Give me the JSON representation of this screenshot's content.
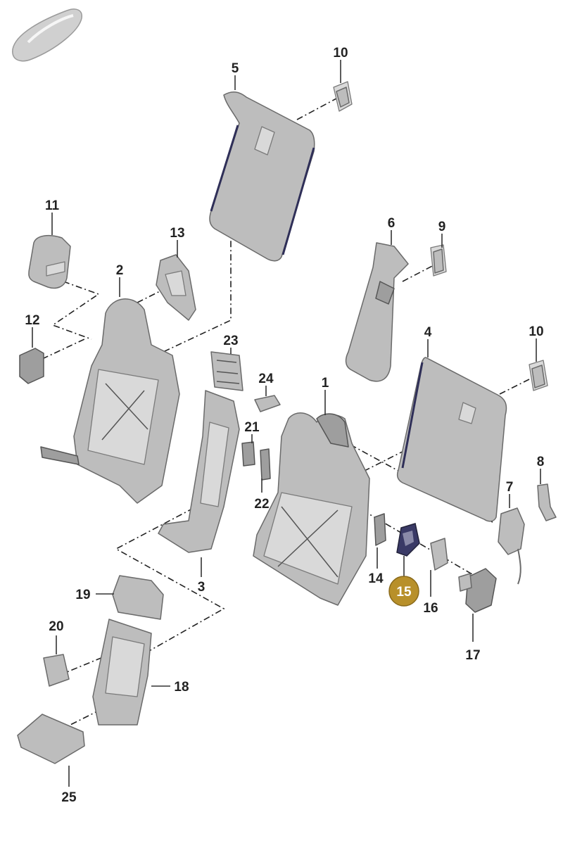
{
  "diagram": {
    "highlight_color": "#b8902a",
    "part_color": "#bdbdbd",
    "callouts": [
      {
        "id": "c1",
        "label": "1"
      },
      {
        "id": "c2",
        "label": "2"
      },
      {
        "id": "c3",
        "label": "3"
      },
      {
        "id": "c4",
        "label": "4"
      },
      {
        "id": "c5",
        "label": "5"
      },
      {
        "id": "c6",
        "label": "6"
      },
      {
        "id": "c7",
        "label": "7"
      },
      {
        "id": "c8",
        "label": "8"
      },
      {
        "id": "c9",
        "label": "9"
      },
      {
        "id": "c10a",
        "label": "10"
      },
      {
        "id": "c10b",
        "label": "10"
      },
      {
        "id": "c11",
        "label": "11"
      },
      {
        "id": "c12",
        "label": "12"
      },
      {
        "id": "c13",
        "label": "13"
      },
      {
        "id": "c14",
        "label": "14"
      },
      {
        "id": "c15",
        "label": "15",
        "highlighted": true
      },
      {
        "id": "c16",
        "label": "16"
      },
      {
        "id": "c17",
        "label": "17"
      },
      {
        "id": "c18",
        "label": "18"
      },
      {
        "id": "c19",
        "label": "19"
      },
      {
        "id": "c20",
        "label": "20"
      },
      {
        "id": "c21",
        "label": "21"
      },
      {
        "id": "c22",
        "label": "22"
      },
      {
        "id": "c23",
        "label": "23"
      },
      {
        "id": "c24",
        "label": "24"
      },
      {
        "id": "c25",
        "label": "25"
      }
    ]
  }
}
